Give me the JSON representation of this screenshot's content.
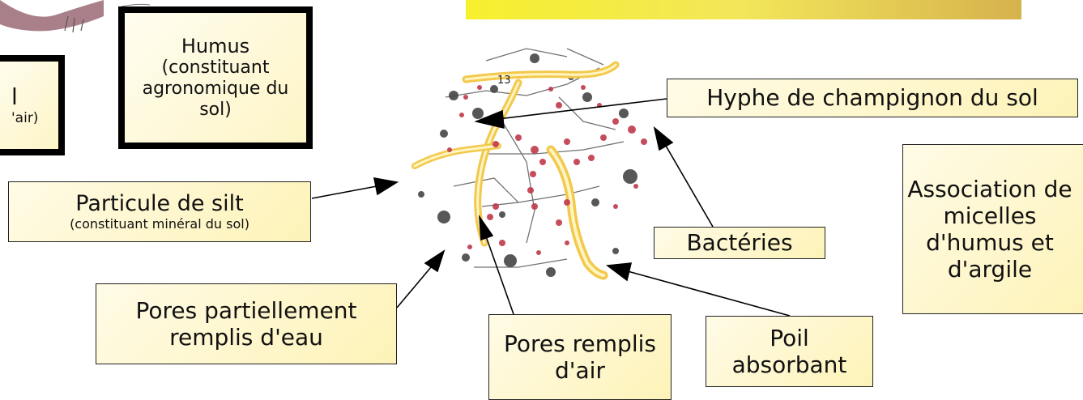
{
  "header_banner": {
    "color_start": "#f6f02e",
    "color_end": "#d6b24d"
  },
  "labels": {
    "humus": {
      "title": "Humus",
      "subtitle": "(constituant agronomique du sol)"
    },
    "left_partial": {
      "line1": "l",
      "line2": "'air)"
    },
    "hyphe": "Hyphe de champignon du sol",
    "particule": {
      "title": "Particule de silt",
      "subtitle": "(constituant minéral du sol)"
    },
    "bacteries": "Bactéries",
    "association": "Association de micelles d'humus et d'argile",
    "pores_partiel": "Pores partiellement remplis d'eau",
    "pores_air": "Pores remplis d'air",
    "poil": "Poil absorbant"
  },
  "illustration": {
    "number_label": "13",
    "colors": {
      "hypha": "#f2c94c",
      "bacteria": "#c0394b",
      "debris": "#3a3a3a"
    }
  }
}
